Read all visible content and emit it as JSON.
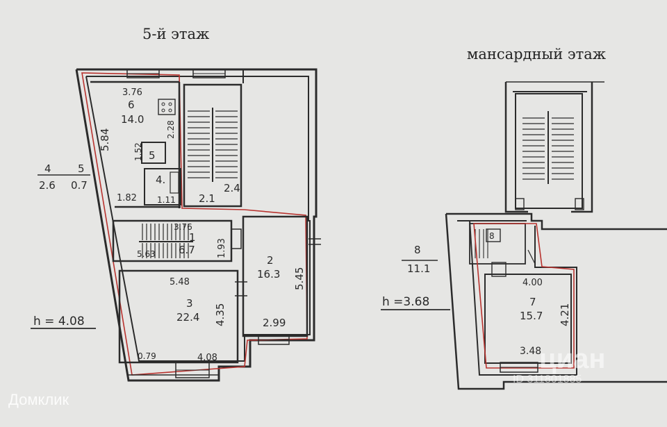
{
  "titles": {
    "floor5": "5-й этаж",
    "mansard": "мансардный этаж"
  },
  "floor5": {
    "outside_unit_4": {
      "num": "4",
      "area": "2.6"
    },
    "outside_unit_5": {
      "num": "5",
      "area": "0.7"
    },
    "height": "h = 4.08",
    "room6": {
      "num": "6",
      "area": "14.0",
      "dim_top": "3.76",
      "dim_left": "5.84",
      "dim_small": "2.28"
    },
    "room5": {
      "num": "5",
      "dim": "1.52"
    },
    "room4": {
      "num": "4.",
      "dim": "1.11"
    },
    "dim_182": "1.82",
    "dim_21": "2.1",
    "dim_24": "2.4",
    "room1": {
      "num": "1",
      "area": "6.7",
      "dim_top": "3.76",
      "dim_bottom": "5.63",
      "dim_side": "1.93"
    },
    "room2": {
      "num": "2",
      "area": "16.3",
      "dim_side": "5.45",
      "dim_bottom": "2.99"
    },
    "room3": {
      "num": "3",
      "area": "22.4",
      "dim_top": "5.48",
      "dim_side": "4.35",
      "dim_bottom": "4.08",
      "dim_corner": "0.79"
    }
  },
  "mansard": {
    "room8": {
      "num": "8",
      "area": "11.1"
    },
    "height": "h =3.68",
    "stair_num": "8",
    "room7": {
      "num": "7",
      "area": "15.7",
      "dim_top": "4.00",
      "dim_side": "4.21",
      "dim_bottom": "3.48"
    }
  },
  "watermark": {
    "brand": "Домклик",
    "cian": "циан",
    "listing_id": "ID 311801885"
  },
  "colors": {
    "wall": "#2b2b2b",
    "redline": "#b8322e",
    "paper": "#e6e6e4"
  }
}
